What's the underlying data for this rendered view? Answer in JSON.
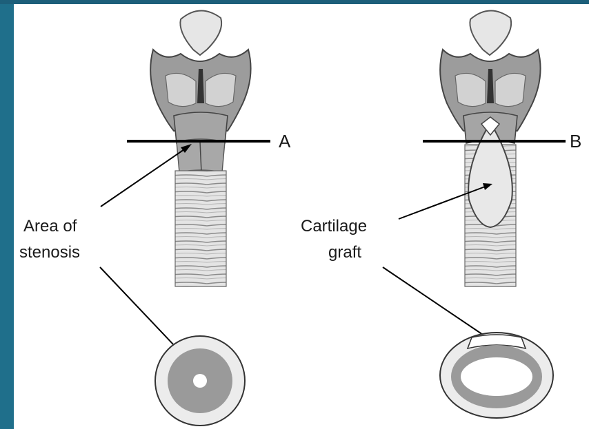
{
  "labels": {
    "section_a": "A",
    "section_b": "B",
    "stenosis_line1": "Area of",
    "stenosis_line2": "stenosis",
    "graft_line1": "Cartilage",
    "graft_line2": "graft"
  },
  "colors": {
    "page_border": "#1f6f8b",
    "tissue_gray": "#9a9a9a",
    "light_gray": "#dedede",
    "ring_fill": "#ececec",
    "outline": "#222222"
  }
}
